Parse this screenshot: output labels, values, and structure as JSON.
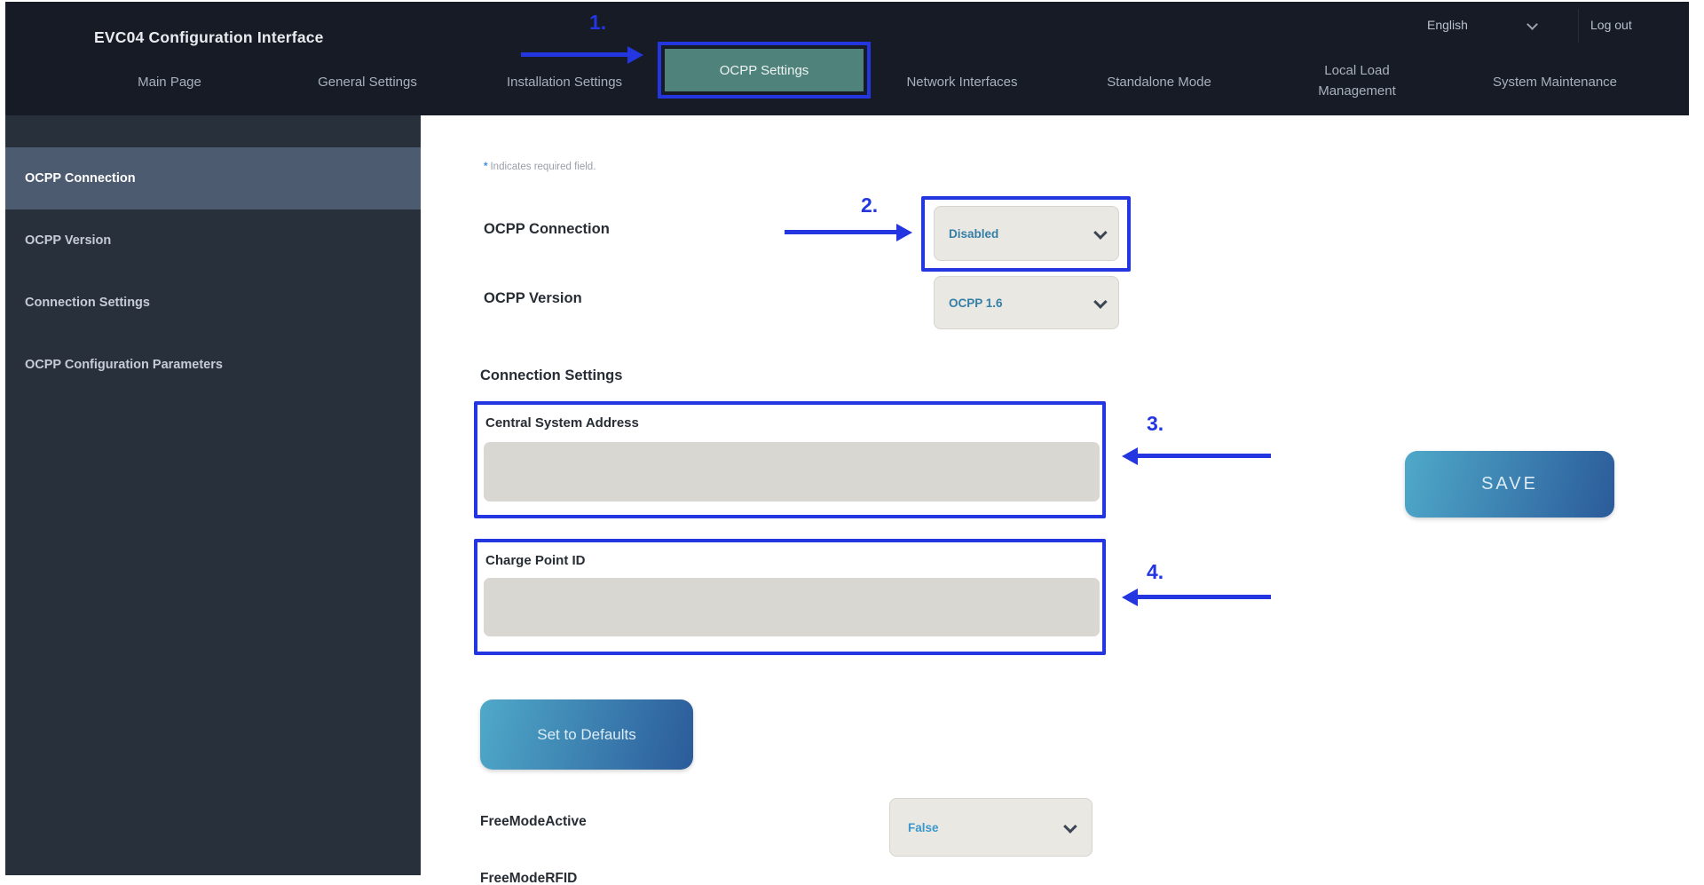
{
  "header": {
    "title": "EVC04 Configuration Interface",
    "language_selector": {
      "value": "English"
    },
    "logout_label": "Log out",
    "tabs": [
      {
        "label": "Main Page",
        "active": false
      },
      {
        "label": "General Settings",
        "active": false
      },
      {
        "label": "Installation Settings",
        "active": false
      },
      {
        "label": "OCPP Settings",
        "active": true
      },
      {
        "label": "Network Interfaces",
        "active": false
      },
      {
        "label": "Standalone Mode",
        "active": false
      },
      {
        "label": "Local Load Management",
        "active": false
      },
      {
        "label": "System Maintenance",
        "active": false
      }
    ]
  },
  "sidebar": {
    "items": [
      {
        "label": "OCPP Connection",
        "selected": true
      },
      {
        "label": "OCPP Version",
        "selected": false
      },
      {
        "label": "Connection Settings",
        "selected": false
      },
      {
        "label": "OCPP Configuration Parameters",
        "selected": false
      }
    ]
  },
  "main": {
    "required_note": {
      "asterisk": "*",
      "text": "Indicates required field."
    },
    "ocpp_connection": {
      "label": "OCPP Connection",
      "value": "Disabled"
    },
    "ocpp_version": {
      "label": "OCPP Version",
      "value": "OCPP 1.6"
    },
    "connection_settings_header": "Connection Settings",
    "central_system_address": {
      "label": "Central System Address",
      "value": "",
      "placeholder": ""
    },
    "charge_point_id": {
      "label": "Charge Point ID",
      "value": "",
      "placeholder": ""
    },
    "free_mode_active": {
      "label": "FreeModeActive",
      "value": "False"
    },
    "free_mode_rfid_partial_label": "FreeModeRFID",
    "buttons": {
      "save": "SAVE",
      "set_to_defaults": "Set to Defaults"
    }
  },
  "annotations": {
    "step1": "1.",
    "step2": "2.",
    "step3": "3.",
    "step4": "4.",
    "accent_color": "#2336df"
  },
  "colors": {
    "topbar_bg": "#161b26",
    "sidebar_bg": "#28303c",
    "sidebar_selected_bg": "#4d5b70",
    "active_tab_teal": "#4f827b",
    "annotation_blue": "#2336df",
    "dropdown_bg": "#eae8e3",
    "dropdown_text": "#357fa6",
    "input_bg": "#d9d7d2",
    "button_gradient_start": "#4fa9c9",
    "button_gradient_end": "#2b5b9a"
  }
}
